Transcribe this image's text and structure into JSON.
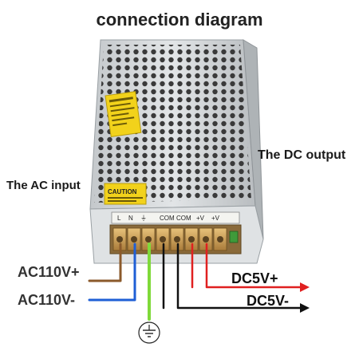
{
  "title": "connection diagram",
  "labels": {
    "dc_output": "The DC output",
    "ac_input": "The AC input",
    "ac_plus": "AC110V+",
    "ac_minus": "AC110V-",
    "dc_plus": "DC5V+",
    "dc_minus": "DC5V-"
  },
  "device": {
    "caution_label": "CAUTION",
    "terminal_labels": [
      "L",
      "N",
      "⏚",
      "COM",
      "COM",
      "+V",
      "+V"
    ]
  },
  "icons": {
    "ground": "ground-symbol-icon"
  },
  "colors": {
    "ac_live_wire": "#8b5a2b",
    "ac_neutral_wire": "#1f5fd6",
    "ground_wire": "#7fd93a",
    "dc_positive_wire": "#e02020",
    "dc_negative_wire": "#111111",
    "sticker": "#f2d21b",
    "housing": "#cfd3d6"
  }
}
